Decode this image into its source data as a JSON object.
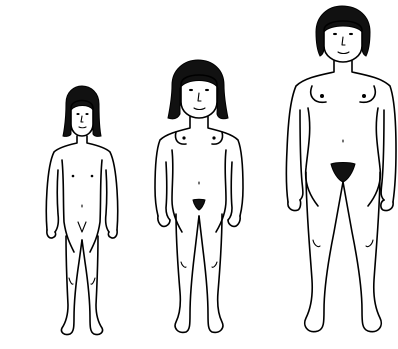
{
  "image": {
    "background": "#ffffff",
    "ink": "#000000",
    "figures": [
      {
        "kind": "child-figure",
        "icon": "sketch-figure-small"
      },
      {
        "kind": "adolescent-figure",
        "icon": "sketch-figure-medium"
      },
      {
        "kind": "adult-figure",
        "icon": "sketch-figure-large"
      }
    ]
  }
}
